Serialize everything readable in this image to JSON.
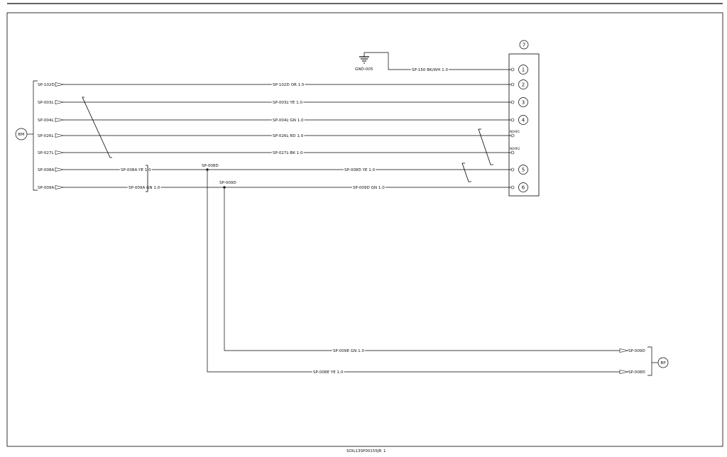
{
  "harness": {
    "left_connector": "BM",
    "right_connector": "BP",
    "device_number": "7",
    "ground_label": "GND-005",
    "ground_wire": "SP-150 BK/WH 1.0",
    "sheet_id": "SOIL13SP00155JB",
    "page_number": "1"
  },
  "left_terminals": [
    {
      "label": "SP-102D",
      "wire": "SP-102D OR 1.5",
      "pin": "2"
    },
    {
      "label": "SP-003L",
      "wire": "SP-003L YE 1.0",
      "pin": "3"
    },
    {
      "label": "SP-004L",
      "wire": "SP-004L GN 1.0",
      "pin": "4"
    },
    {
      "label": "SP-026L",
      "wire": "SP-026L RD 1.0",
      "pin": "NOAR1"
    },
    {
      "label": "SP-027L",
      "wire": "SP-027L BK 1.0",
      "pin": "NOAR2"
    },
    {
      "label": "SP-008A",
      "wire": "SP-008A YE 1.0",
      "pin": ""
    },
    {
      "label": "SP-009A",
      "wire": "SP-009A GN 1.0",
      "pin": ""
    }
  ],
  "splices": [
    {
      "label": "SP-008D",
      "wire": "SP-008D YE 1.0",
      "pin": "5"
    },
    {
      "label": "SP-009D",
      "wire": "SP-009D GN 1.0",
      "pin": "6"
    }
  ],
  "right_terminals": [
    {
      "label": "SP-009D",
      "wire": "SP-009E GN 1.0"
    },
    {
      "label": "SP-008D",
      "wire": "SP-008E YE 1.0"
    }
  ]
}
